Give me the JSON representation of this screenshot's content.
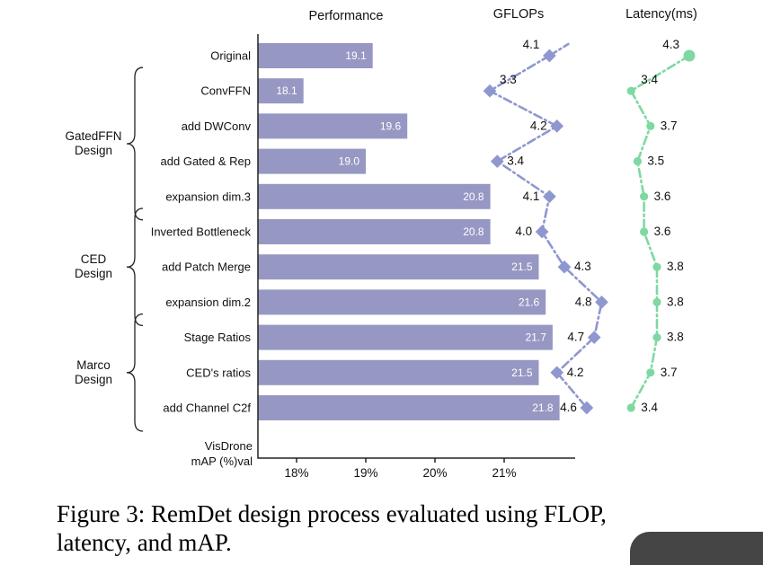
{
  "figure": {
    "caption_line1": "Figure 3: RemDet design process evaluated using FLOP,",
    "caption_line2": "latency, and mAP."
  },
  "chart_data": {
    "type": "bar",
    "orientation": "horizontal",
    "headers": [
      "Performance",
      "GFLOPs",
      "Latency(ms)"
    ],
    "categories": [
      "Original",
      "ConvFFN",
      "add DWConv",
      "add Gated & Rep",
      "expansion dim.3",
      "Inverted Bottleneck",
      "add Patch Merge",
      "expansion dim.2",
      "Stage Ratios",
      "CED's ratios",
      "add Channel C2f"
    ],
    "groups": [
      {
        "label": "GatedFFN\nDesign",
        "from": 1,
        "to": 4
      },
      {
        "label": "CED\nDesign",
        "from": 5,
        "to": 7
      },
      {
        "label": "Marco\nDesign",
        "from": 8,
        "to": 10
      }
    ],
    "series": [
      {
        "name": "Performance",
        "type": "bar",
        "unit": "VisDrone mAP (%) val",
        "values": [
          19.1,
          18.1,
          19.6,
          19.0,
          20.8,
          20.8,
          21.5,
          21.6,
          21.7,
          21.5,
          21.8
        ],
        "color": "#9698c3",
        "xlim": [
          17.45,
          22.0
        ],
        "ticks": [
          "18%",
          "19%",
          "20%",
          "21%"
        ],
        "tick_values": [
          18,
          19,
          20,
          21
        ]
      },
      {
        "name": "GFLOPs",
        "type": "line",
        "marker": "diamond",
        "values": [
          4.1,
          3.3,
          4.2,
          3.4,
          4.1,
          4.0,
          4.3,
          4.8,
          4.7,
          4.2,
          4.6
        ],
        "color": "#8f97cf",
        "label_side": [
          "left",
          "right",
          "left",
          "right",
          "left",
          "left",
          "right",
          "left",
          "left",
          "right",
          "left"
        ]
      },
      {
        "name": "Latency(ms)",
        "type": "line",
        "marker": "circle",
        "values": [
          4.3,
          3.4,
          3.7,
          3.5,
          3.6,
          3.6,
          3.8,
          3.8,
          3.8,
          3.7,
          3.4
        ],
        "color": "#7fd8a2",
        "label_side": [
          "left",
          "right",
          "right",
          "right",
          "right",
          "right",
          "right",
          "right",
          "right",
          "right",
          "right"
        ]
      }
    ],
    "xlabel": "VisDrone\nmAP (%)val",
    "grid": false,
    "legend": "none"
  }
}
